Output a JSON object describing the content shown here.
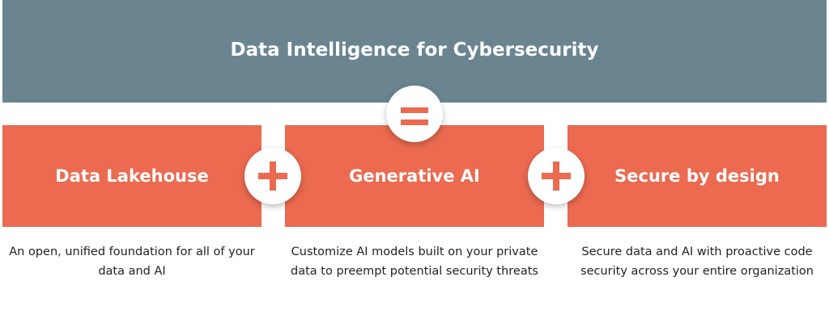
{
  "title": "Data Intelligence for Cybersecurity",
  "pillars": [
    {
      "label": "Data Lakehouse",
      "description": "An open, unified foundation for all of your data and AI"
    },
    {
      "label": "Generative AI",
      "description": "Customize AI models built on your private data to preempt potential security threats"
    },
    {
      "label": "Secure by design",
      "description": "Secure data and AI with proactive code security across your entire organization"
    }
  ],
  "colors": {
    "header": "#6a8590",
    "accent": "#eb6a50"
  }
}
